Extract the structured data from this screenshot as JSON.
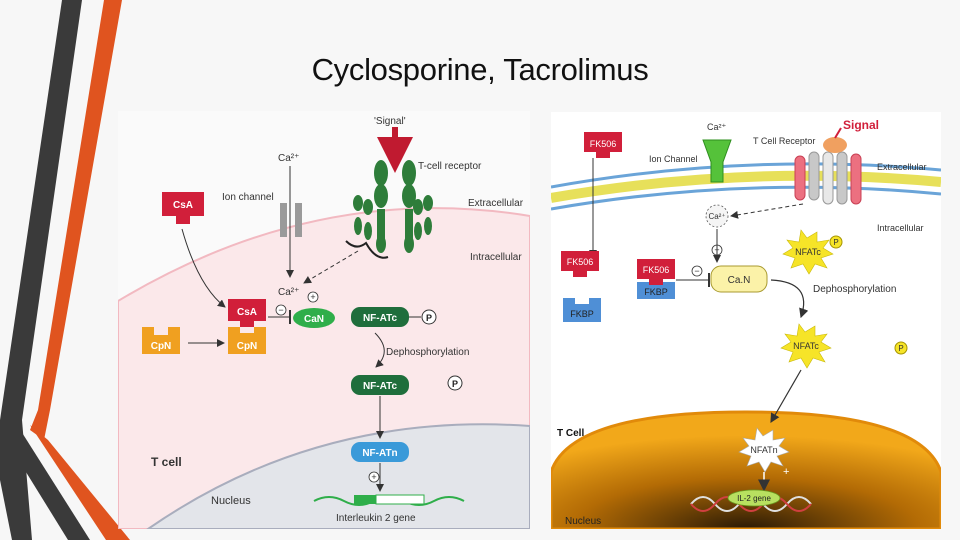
{
  "slide": {
    "title": "Cyclosporine, Tacrolimus",
    "colors": {
      "accent_orange": "#e0541f",
      "accent_dark": "#3a3a3a",
      "csa_red": "#d11f3a",
      "cpn_orange": "#f0a020",
      "calcineurin_green": "#2fae4a",
      "nfat_dark_green": "#1f6e3c",
      "nfat_blue": "#3a9ad9",
      "receptor_green": "#2e7d3a",
      "fkbp_blue": "#4f8fd6",
      "nfatc_yellow": "#f6e428",
      "nucleus_orange": "#d98a0a"
    }
  },
  "left_diagram": {
    "signal": "'Signal'",
    "tcell_receptor": "T-cell receptor",
    "ca2_top": "Ca²⁺",
    "ion_channel": "Ion channel",
    "extracellular": "Extracellular",
    "intracellular": "Intracellular",
    "csa": "CsA",
    "csa_bound": "CsA",
    "ca2_mid": "Ca²⁺",
    "plus": "+",
    "minus": "−",
    "can": "CaN",
    "nfatc1": "NF-ATc",
    "p1": "P",
    "cpn": "CpN",
    "cpn_bound": "CpN",
    "dephosphorylation": "Dephosphorylation",
    "nfatc2": "NF-ATc",
    "p2": "P",
    "tcell": "T cell",
    "nfatn": "NF-ATn",
    "plus2": "+",
    "nucleus": "Nucleus",
    "gene": "Interleukin 2 gene"
  },
  "right_diagram": {
    "fk506_top": "FK506",
    "ca2_top": "Ca²⁺",
    "tcell_receptor": "T Cell Receptor",
    "signal": "Signal",
    "ion_channel": "Ion Channel",
    "extracellular": "Extracellular",
    "ca2_inner": "Ca²⁺",
    "plus": "+",
    "nfatc1": "NFATc",
    "p1": "P",
    "intracellular": "Intracellular",
    "fk506_mid": "FK506",
    "fk506_bound": "FK506",
    "fkbp_bound": "FKBP",
    "minus": "−",
    "can": "Ca.N",
    "dephosphorylation": "Dephosphorylation",
    "fkbp": "FKBP",
    "nfatc2": "NFATc",
    "p2": "P",
    "tcell": "T Cell",
    "nfatn": "NFATn",
    "plus2": "+",
    "il2": "IL-2 gene",
    "nucleus": "Nucleus"
  }
}
